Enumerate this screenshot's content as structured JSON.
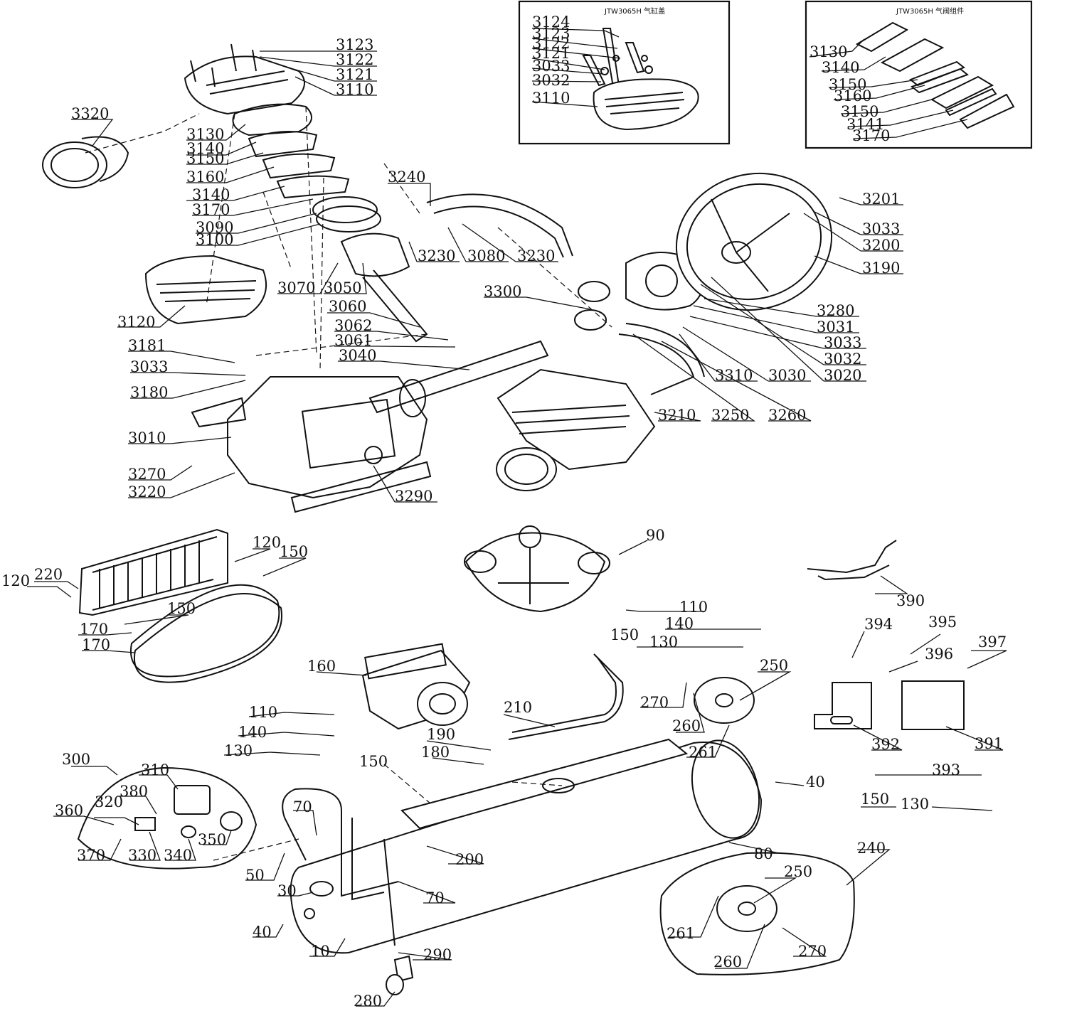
{
  "inset_boxes": [
    {
      "title": "JTW3065H 气缸盖"
    },
    {
      "title": "JTW3065H 气阀组件"
    }
  ],
  "labels": {
    "3124": "3124",
    "3123": "3123",
    "3122": "3122",
    "3121": "3121",
    "3110": "3110",
    "3033": "3033",
    "3032": "3032",
    "3130": "3130",
    "3140": "3140",
    "3150": "3150",
    "3160": "3160",
    "3141": "3141",
    "3170": "3170",
    "3320": "3320",
    "3240": "3240",
    "3201": "3201",
    "3200": "3200",
    "3190": "3190",
    "3090": "3090",
    "3100": "3100",
    "3230": "3230",
    "3080": "3080",
    "3120": "3120",
    "3070": "3070",
    "3050": "3050",
    "3300": "3300",
    "3060": "3060",
    "3062": "3062",
    "3061": "3061",
    "3040": "3040",
    "3280": "3280",
    "3031": "3031",
    "3020": "3020",
    "3030": "3030",
    "3310": "3310",
    "3181": "3181",
    "3180": "3180",
    "3210": "3210",
    "3250": "3250",
    "3260": "3260",
    "3010": "3010",
    "3270": "3270",
    "3220": "3220",
    "3290": "3290",
    "90": "90",
    "120": "120",
    "150": "150",
    "220": "220",
    "170": "170",
    "390": "390",
    "110": "110",
    "140": "140",
    "130": "130",
    "394": "394",
    "395": "395",
    "397": "397",
    "396": "396",
    "160": "160",
    "250": "250",
    "210": "210",
    "270": "270",
    "260": "260",
    "190": "190",
    "180": "180",
    "261": "261",
    "392": "392",
    "391": "391",
    "300": "300",
    "310": "310",
    "380": "380",
    "320": "320",
    "360": "360",
    "350": "350",
    "370": "370",
    "330": "330",
    "340": "340",
    "40": "40",
    "393": "393",
    "70": "70",
    "200": "200",
    "80": "80",
    "240": "240",
    "50": "50",
    "30": "30",
    "10": "10",
    "290": "290",
    "280": "280"
  }
}
